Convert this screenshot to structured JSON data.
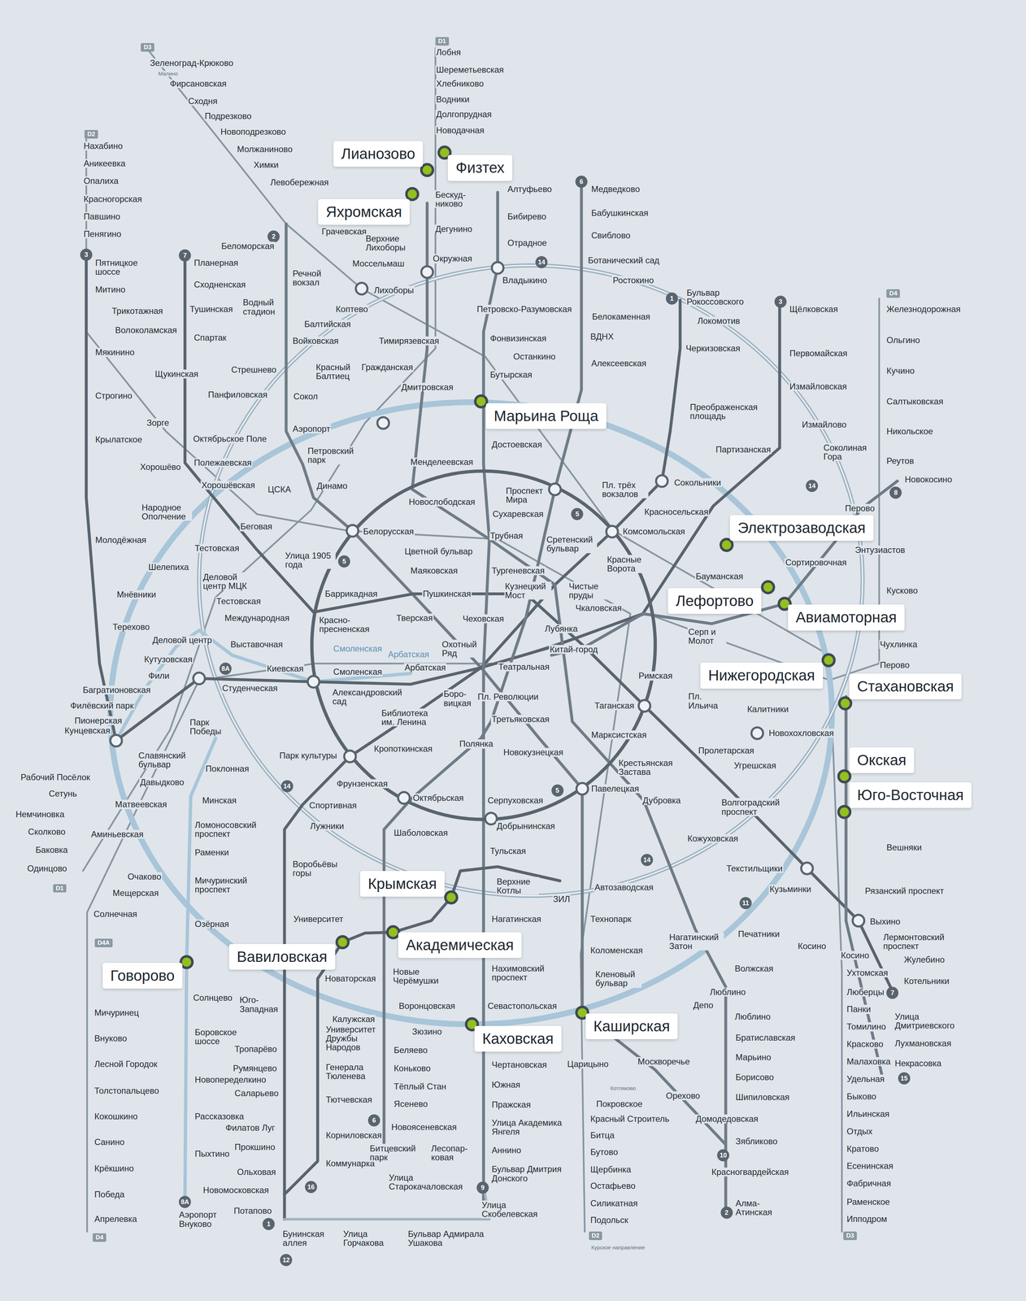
{
  "diagram": {
    "nodes": [
      {
        "text": [
          "Лианозово"
        ]
      },
      {
        "text": [
          "Физтех"
        ]
      },
      {
        "text": [
          "Яхромская"
        ]
      },
      {
        "text": [
          "Марьина Роща"
        ]
      },
      {
        "text": [
          "Электрозаводская"
        ]
      },
      {
        "text": [
          "Лефортово"
        ]
      },
      {
        "text": [
          "Авиамоторная"
        ]
      },
      {
        "text": [
          "Нижегородская"
        ]
      },
      {
        "text": [
          "Стахановская"
        ]
      },
      {
        "text": [
          "Окская"
        ]
      },
      {
        "text": [
          "Юго-Восточная"
        ]
      },
      {
        "text": [
          "Крымская"
        ]
      },
      {
        "text": [
          "Академическая"
        ]
      },
      {
        "text": [
          "Вавиловская"
        ]
      },
      {
        "text": [
          "Говорово"
        ]
      },
      {
        "text": [
          "Каховская"
        ]
      },
      {
        "text": [
          "Каширская"
        ]
      }
    ],
    "labels": [
      "D3",
      "Зеленоград-Крюково",
      "Малино",
      "Фирсановская",
      "Сходня",
      "Подрезково",
      "Новоподрезково",
      "Молжаниново",
      "Химки",
      "Левобережная",
      "Грачевская",
      "Моссельмаш",
      "Лихоборы",
      "D1",
      "Лобня",
      "Шереметьевская",
      "Хлебниково",
      "Водники",
      "Долгопрудная",
      "Новодачная",
      "Бескуд- никово",
      "Дегунино",
      "Окружная",
      "Алтуфьево",
      "Бибирево",
      "Отрадное",
      "Владыкино",
      "6",
      "Медведково",
      "Бабушкинская",
      "Свиблово",
      "Ботанический сад",
      "Ростокино",
      "14",
      "Белокаменная",
      "ВДНХ",
      "Алексеевская",
      "1",
      "Бульвар Рокоссовского",
      "Локомотив",
      "Черкизовская",
      "Петровско-Разумовская",
      "Фонвизинская",
      "Останкино",
      "Бутырская",
      "Тимирязевская",
      "Дмитровская",
      "Верхние Лихоборы",
      "Гражданская",
      "Красный Балтиец",
      "2",
      "Беломорская",
      "Речной вокзал",
      "Водный стадион",
      "Коптево",
      "Балтийская",
      "Войковская",
      "Сокол",
      "Аэропорт",
      "Петровский парк",
      "Динамо",
      "7",
      "Планерная",
      "Сходненская",
      "Тушинская",
      "Спартак",
      "Щукинская",
      "Стрешнево",
      "Панфиловская",
      "Зорге",
      "Октябрьское Поле",
      "Полежаевская",
      "Хорошёво",
      "Хорошёвская",
      "ЦСКА",
      "Беговая",
      "Улица 1905 года",
      "3",
      "Пятницкое шоссе",
      "Митино",
      "Трикотажная",
      "Волоколамская",
      "Мякинино",
      "Строгино",
      "Крылатское",
      "Молодёжная",
      "D2",
      "Нахабино",
      "Аникеевка",
      "Опалиха",
      "Красногорская",
      "Павшино",
      "Пенягино",
      "Народное Ополчение",
      "Тестовская",
      "Шелепиха",
      "Деловой центр МЦК",
      "Тестовская",
      "Международная",
      "Мнёвники",
      "Терехово",
      "Деловой центр",
      "Выставочная",
      "Кутузовская",
      "8А",
      "Фили",
      "Киевская",
      "Студенческая",
      "Багратионовская",
      "Филёвский парк",
      "Пионерская",
      "Кунцевская",
      "Славянский бульвар",
      "Парк Победы",
      "Поклонная",
      "Давыдково",
      "Рабочий Посёлок",
      "Сетунь",
      "Немчиновка",
      "Сколково",
      "Баковка",
      "Одинцово",
      "D1",
      "Матвеевская",
      "Аминьевская",
      "Минская",
      "Ломоносовский проспект",
      "Раменки",
      "Мичуринский проспект",
      "Очаково",
      "Мещерская",
      "Солнечная",
      "Озёрная",
      "14",
      "D4A",
      "Мичуринец",
      "Внуково",
      "Лесной Городок",
      "Толстопальцево",
      "Кокошкино",
      "Санино",
      "Крёкшино",
      "Победа",
      "Апрелевка",
      "D4",
      "Солнцево",
      "Боровское шоссе",
      "Новопеределкино",
      "Рассказовка",
      "Пыхтино",
      "8А",
      "Аэропорт Внуково",
      "Юго-Западная",
      "Тропарёво",
      "Румянцево",
      "Саларьево",
      "Филатов Луг",
      "Прокшино",
      "Ольховая",
      "Новомосковская",
      "Потапово",
      "1",
      "Бунинская аллея",
      "Улица Горчакова",
      "Бульвар Адмирала Ушакова",
      "12",
      "16",
      "Коммунарка",
      "Воробьёвы горы",
      "Университет",
      "Новаторская",
      "Калужская",
      "Университет Дружбы Народов",
      "Генерала Тюленева",
      "Тютчевская",
      "Корниловская",
      "Новые Черёмушки",
      "Воронцовская",
      "Зюзино",
      "Беляево",
      "Коньково",
      "Тёплый Стан",
      "Ясенево",
      "6",
      "Новоясеневская",
      "Битцевский парк",
      "Лесопар- ковая",
      "Улица Старокачаловская",
      "9",
      "Улица Скобелевская",
      "Бульвар Дмитрия Донского",
      "Аннино",
      "Улица Академика Янгеля",
      "Пражская",
      "Южная",
      "Чертановская",
      "Севастопольская",
      "Нахимовский проспект",
      "Нагатинская",
      "Тульская",
      "Серпуховская",
      "Добрынинская",
      "Шаболовская",
      "Лужники",
      "Спортивная",
      "Фрунзенская",
      "Парк культуры",
      "Кропоткинская",
      "Октябрьская",
      "Полянка",
      "Верхние Котлы",
      "ЗИЛ",
      "Белорусская",
      "Новослободская",
      "Менделеевская",
      "Цветной бульвар",
      "Маяковская",
      "Баррикадная",
      "Красно- пресненская",
      "Пушкинская",
      "Тверская",
      "Чеховская",
      "Смоленская",
      "Арбатская",
      "Смоленская",
      "Арбатская",
      "Охотный Ряд",
      "Театральная",
      "Александровский сад",
      "Боро- вицкая",
      "Пл. Революции",
      "Библиотека им. Ленина",
      "Третьяковская",
      "Новокузнецкая",
      "Китай-город",
      "Лубянка",
      "Кузнецкий Мост",
      "Тургеневская",
      "Чистые пруды",
      "Трубная",
      "Сретенский бульвар",
      "Сухаревская",
      "Проспект Мира",
      "Достоевская",
      "Красные Ворота",
      "Комсомольская",
      "Пл. трёх вокзалов",
      "Чкаловская",
      "Красносельская",
      "Сокольники",
      "5",
      "5",
      "5",
      "Бауманская",
      "Сортировочная",
      "Римская",
      "Серп и Молот",
      "Пл. Ильича",
      "Таганская",
      "Марксистская",
      "Калитники",
      "Новохохловская",
      "Крестьянская Застава",
      "Пролетарская",
      "Угрешская",
      "Волгоградский проспект",
      "Дубровка",
      "Кожуховская",
      "Павелецкая",
      "14",
      "Автозаводская",
      "Текстильщики",
      "Кузьминки",
      "Рязанский проспект",
      "Вешняки",
      "Технопарк",
      "Коломенская",
      "Кленовый бульвар",
      "Нагатинский Затон",
      "Печатники",
      "Волжская",
      "Люблино",
      "Депо",
      "Люблино",
      "Братиславская",
      "Марьино",
      "Борисово",
      "Шипиловская",
      "Домодедовская",
      "Зябликово",
      "10",
      "Красногвардейская",
      "Алма-Атинская",
      "2",
      "Орехово",
      "Москворечье",
      "Царицыно",
      "11",
      "Покровское",
      "Красный Строитель",
      "Битца",
      "Бутово",
      "Щербинка",
      "Остафьево",
      "Силикатная",
      "Подольск",
      "D2",
      "Курское направление",
      "Котляково",
      "Выхино",
      "Лермонтовский проспект",
      "Жулебино",
      "Котельники",
      "7",
      "Улица Дмитриевского",
      "Лухмановская",
      "Некрасовка",
      "15",
      "Косино",
      "Косино",
      "Ухтомская",
      "Люберцы",
      "Панки",
      "Томилино",
      "Красково",
      "Малаховка",
      "Удельная",
      "Быково",
      "Ильинская",
      "Отдых",
      "Кратово",
      "Есенинская",
      "Фабричная",
      "Раменское",
      "Ипподром",
      "D3",
      "D4",
      "Железнодорожная",
      "Ольгино",
      "Кучино",
      "Салтыковская",
      "Никольское",
      "Реутов",
      "Новокосино",
      "8",
      "Перово",
      "Энтузиастов",
      "Кусково",
      "Чухлинка",
      "Перово",
      "3",
      "Щёлковская",
      "Первомайская",
      "Измайловская",
      "Измайлово",
      "Соколиная Гора",
      "Партизанская",
      "Преображенская площадь",
      "14"
    ]
  }
}
